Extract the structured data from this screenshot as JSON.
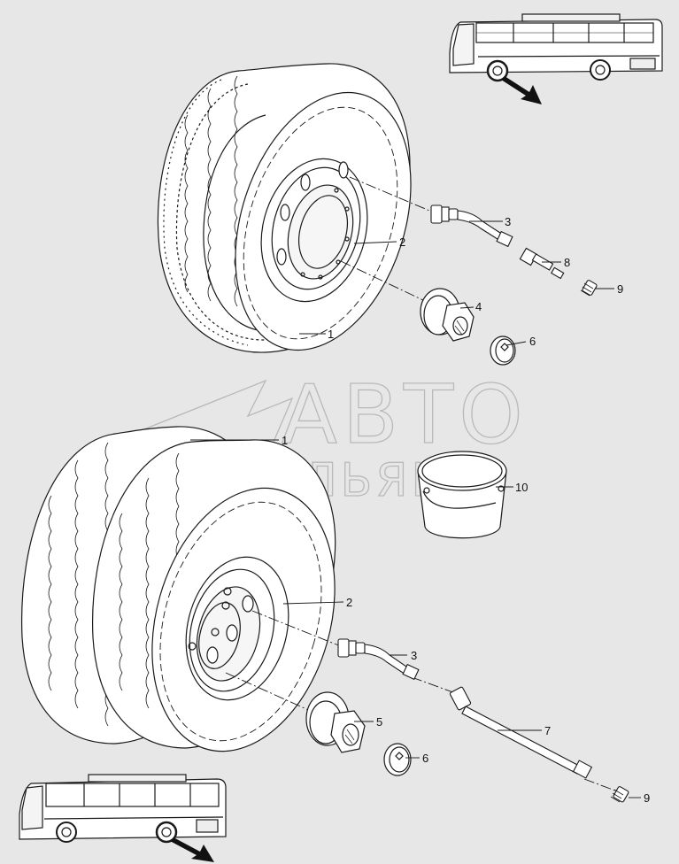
{
  "watermark": {
    "line1": "АВТО",
    "line2": "АЛЬЯНС"
  },
  "callouts": {
    "top_tire": "1",
    "top_rim": "2",
    "top_valve_ext": "3",
    "top_hub_nut": "4",
    "top_cap": "6",
    "top_adapter": "8",
    "top_valve_cap": "9",
    "bottom_tire": "1",
    "bottom_rim": "2",
    "bottom_valve_ext": "3",
    "bottom_hub_nut": "5",
    "bottom_cap": "6",
    "bottom_long_ext": "7",
    "bottom_valve_cap": "9",
    "bottom_bucket": "10"
  },
  "colors": {
    "background": "#e7e7e7",
    "line": "#1a1a1a",
    "watermark": "#b9b9b9"
  }
}
